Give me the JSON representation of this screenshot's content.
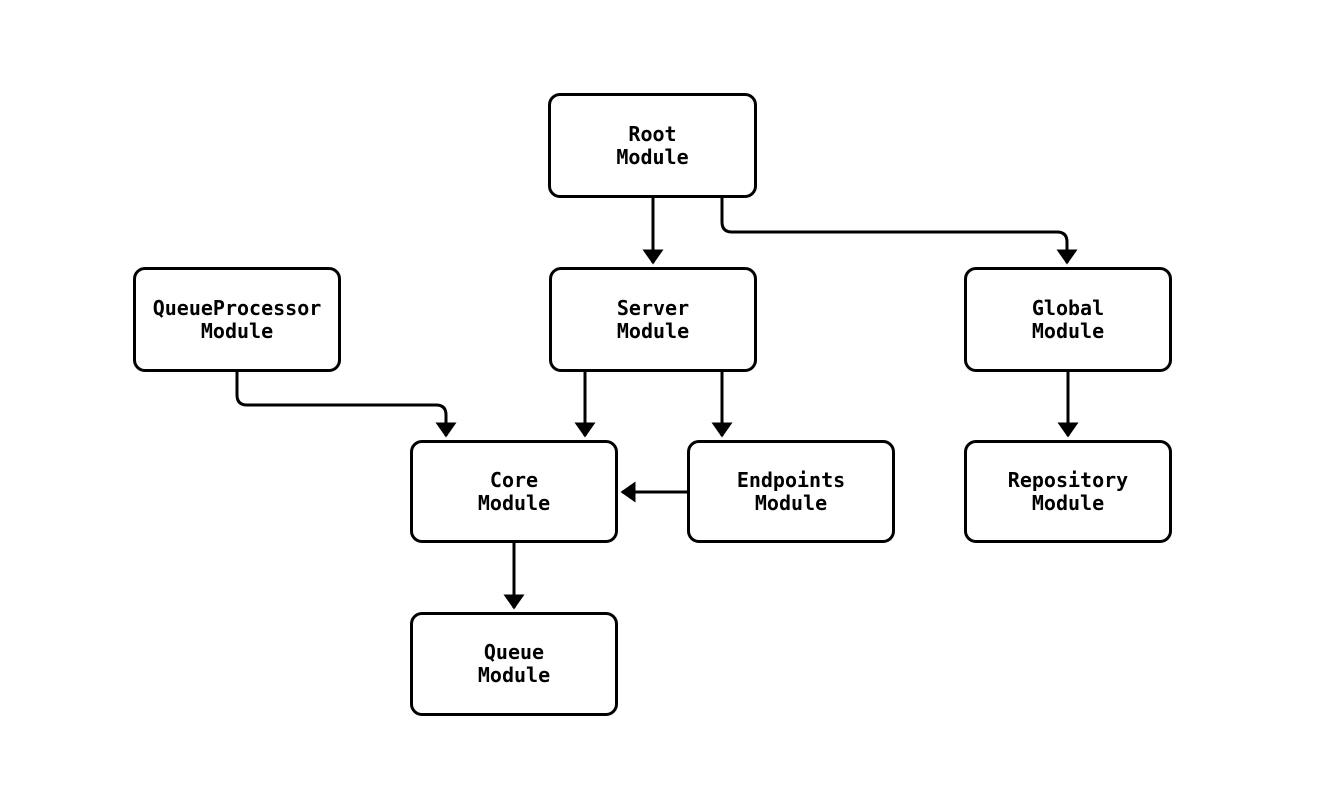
{
  "diagram": {
    "type": "flowchart",
    "direction": "top-down",
    "background_color": "#ffffff",
    "node_fill_color": "#ffffff",
    "node_border_color": "#000000",
    "line_color": "#000000",
    "text_color": "#000000",
    "nodes": [
      {
        "id": "root-module",
        "line1": "Root",
        "line2": "Module"
      },
      {
        "id": "queueprocessor-module",
        "line1": "QueueProcessor",
        "line2": "Module"
      },
      {
        "id": "server-module",
        "line1": "Server",
        "line2": "Module"
      },
      {
        "id": "global-module",
        "line1": "Global",
        "line2": "Module"
      },
      {
        "id": "core-module",
        "line1": "Core",
        "line2": "Module"
      },
      {
        "id": "endpoints-module",
        "line1": "Endpoints",
        "line2": "Module"
      },
      {
        "id": "repository-module",
        "line1": "Repository",
        "line2": "Module"
      },
      {
        "id": "queue-module",
        "line1": "Queue",
        "line2": "Module"
      }
    ],
    "edges": [
      {
        "from": "Root Module",
        "to": "Server Module"
      },
      {
        "from": "Root Module",
        "to": "Global Module"
      },
      {
        "from": "QueueProcessor Module",
        "to": "Core Module"
      },
      {
        "from": "Server Module",
        "to": "Core Module"
      },
      {
        "from": "Server Module",
        "to": "Endpoints Module"
      },
      {
        "from": "Endpoints Module",
        "to": "Core Module"
      },
      {
        "from": "Global Module",
        "to": "Repository Module"
      },
      {
        "from": "Core Module",
        "to": "Queue Module"
      }
    ]
  }
}
